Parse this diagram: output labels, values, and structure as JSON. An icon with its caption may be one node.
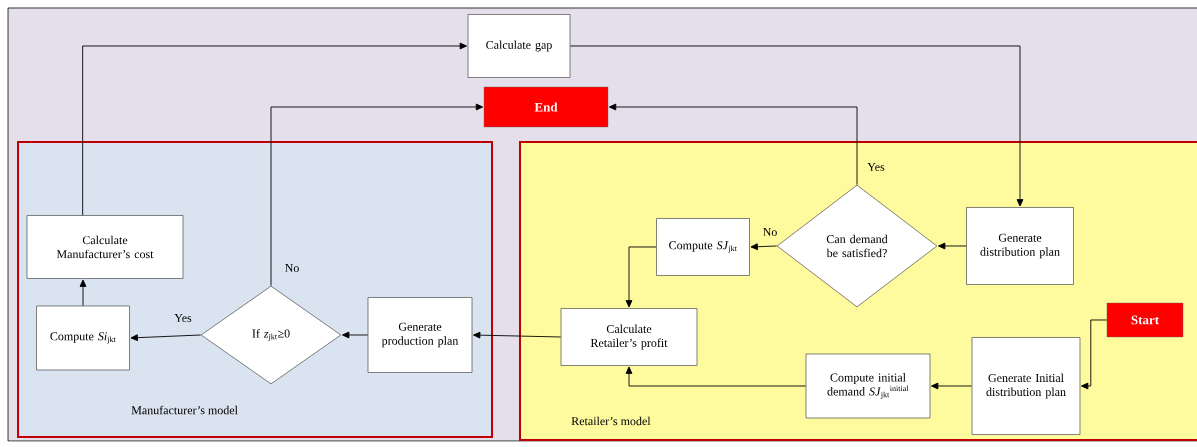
{
  "diagram": {
    "nodes": [
      {
        "text": [
          "Manufacturer’s model"
        ]
      },
      {
        "text": [
          "Retailer’s model"
        ]
      },
      {
        "text": [
          "Calculate gap"
        ]
      },
      {
        "text": [
          "End"
        ]
      },
      {
        "text": [
          "Calculate Manufacturer’s cost"
        ],
        "in": 0
      },
      {
        "text": [
          "Compute *Si*$_{jkt}$"
        ],
        "in": 0
      },
      {
        "text": [
          "If *z*$_{jkt}$≥0"
        ],
        "in": 0
      },
      {
        "text": [
          "Generate production plan"
        ],
        "in": 0
      },
      {
        "text": [
          "Start"
        ],
        "in": 1
      },
      {
        "text": [
          "Generate Initial distribution plan"
        ],
        "in": 1
      },
      {
        "text": [
          "Compute initial demand *SJ*$_{jkt}$$^{initial}$"
        ],
        "in": 1
      },
      {
        "text": [
          "Calculate Retailer’s profit"
        ],
        "in": 1
      },
      {
        "text": [
          "Compute *SJ*$_{jkt}$"
        ],
        "in": 1
      },
      {
        "text": [
          "Can demand be satisfied?"
        ],
        "in": 1
      },
      {
        "text": [
          "Generate distribution plan"
        ],
        "in": 1
      }
    ],
    "edges": [
      {
        "from": 8,
        "to": 9,
        "arrow": "to"
      },
      {
        "from": 9,
        "to": 10,
        "arrow": "to"
      },
      {
        "from": 10,
        "to": 11,
        "arrow": "to"
      },
      {
        "from": 11,
        "to": 7,
        "arrow": "to"
      },
      {
        "from": 7,
        "to": 6,
        "arrow": "to"
      },
      {
        "from": 6,
        "to": 5,
        "arrow": "to",
        "label": "Yes"
      },
      {
        "from": 5,
        "to": 4,
        "arrow": "to"
      },
      {
        "from": 4,
        "to": 2,
        "arrow": "to"
      },
      {
        "from": 2,
        "to": 14,
        "arrow": "to"
      },
      {
        "from": 14,
        "to": 13,
        "arrow": "to"
      },
      {
        "from": 13,
        "to": 12,
        "arrow": "to",
        "label": "No"
      },
      {
        "from": 12,
        "to": 11,
        "arrow": "to"
      },
      {
        "from": 13,
        "to": 3,
        "arrow": "to",
        "label": "Yes"
      },
      {
        "from": 6,
        "to": 3,
        "arrow": "to",
        "label": "No"
      }
    ]
  }
}
